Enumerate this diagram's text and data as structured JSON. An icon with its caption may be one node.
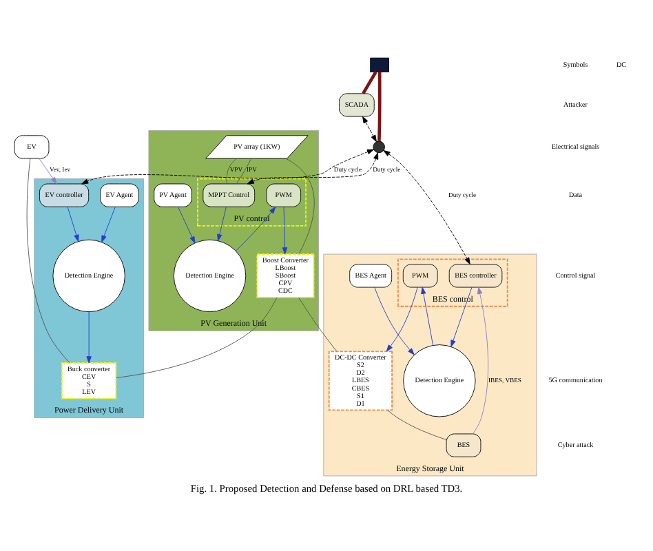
{
  "diagram": {
    "caption": "Fig. 1. Proposed Detection and Defense based on DRL based TD3.",
    "nodes": [
      {
        "text": [
          "SCADA"
        ]
      },
      {
        "text": [],
        "shape": "box"
      },
      {
        "text": [],
        "shape": "circle"
      },
      {
        "text": [
          "Power Delivery Unit"
        ]
      },
      {
        "text": [
          "Detection Engine"
        ],
        "in": 3
      },
      {
        "text": [
          "EV Agent"
        ],
        "in": 3
      },
      {
        "text": [
          "EV controller"
        ],
        "in": 3
      },
      {
        "text": [
          "Buck converter",
          "CEV",
          "S",
          "LEV"
        ],
        "in": 3
      },
      {
        "text": [
          "EV"
        ]
      },
      {
        "text": [
          "PV Generation Unit"
        ]
      },
      {
        "text": [
          "PV array (1KW)"
        ],
        "in": 9
      },
      {
        "text": [
          "Boost Converter",
          "LBoost",
          "SBoost",
          "CPV",
          "CDC"
        ],
        "in": 9
      },
      {
        "text": [
          "PV control"
        ],
        "in": 9
      },
      {
        "text": [
          "MPPT Control"
        ],
        "in": 12
      },
      {
        "text": [
          "PWM"
        ],
        "in": 12
      },
      {
        "text": [
          "PV Agent"
        ],
        "in": 9
      },
      {
        "text": [
          "Detection Engine"
        ],
        "in": 9
      },
      {
        "text": [
          "Energy Storage Unit"
        ]
      },
      {
        "text": [
          "DC-DC Converter",
          "S2",
          "D2",
          "LBES",
          "CBES",
          "S1",
          "D1"
        ],
        "in": 17
      },
      {
        "text": [
          "BES"
        ],
        "in": 17
      },
      {
        "text": [
          "BES control"
        ],
        "in": 17
      },
      {
        "text": [
          "PWM"
        ],
        "in": 20
      },
      {
        "text": [
          "BES controller"
        ],
        "in": 20
      },
      {
        "text": [
          "BES Agent"
        ],
        "in": 17
      },
      {
        "text": [
          "Detection Engine"
        ],
        "in": 17
      }
    ],
    "edges": [
      {
        "from": 1,
        "to": 0,
        "arrow": "none",
        "style": "thick",
        "color": "#7a1515"
      },
      {
        "from": 1,
        "to": 2,
        "arrow": "none",
        "style": "thick",
        "color": "#7a1515"
      },
      {
        "from": 0,
        "to": 2,
        "arrow": "both",
        "style": "dashed",
        "color": "#000000"
      },
      {
        "from": 2,
        "to": 6,
        "arrow": "both",
        "label": "Duty cycle",
        "style": "dashed",
        "color": "#000000"
      },
      {
        "from": 2,
        "to": 13,
        "arrow": "both",
        "label": "Duty cycle",
        "style": "dashed",
        "color": "#000000"
      },
      {
        "from": 2,
        "to": 22,
        "arrow": "both",
        "label": "Duty cycle",
        "style": "dashed",
        "color": "#000000"
      },
      {
        "from": 5,
        "to": 4,
        "arrow": "to"
      },
      {
        "from": 6,
        "to": 4,
        "arrow": "to"
      },
      {
        "from": 4,
        "to": 7,
        "arrow": "to"
      },
      {
        "from": 8,
        "to": 6,
        "arrow": "to",
        "label": "Vev, Iev",
        "color": "#8a80c8"
      },
      {
        "from": 8,
        "to": 7,
        "arrow": "none",
        "color": "#555555"
      },
      {
        "from": 10,
        "to": 11,
        "arrow": "none",
        "color": "#555555"
      },
      {
        "from": 10,
        "to": 13,
        "arrow": "none",
        "label": "VPV",
        "color": "#555555"
      },
      {
        "from": 10,
        "to": 13,
        "arrow": "none",
        "label": "IPV",
        "color": "#555555"
      },
      {
        "from": 13,
        "to": 16,
        "arrow": "to"
      },
      {
        "from": 15,
        "to": 16,
        "arrow": "to"
      },
      {
        "from": 16,
        "to": 14,
        "arrow": "to"
      },
      {
        "from": 14,
        "to": 11,
        "arrow": "to"
      },
      {
        "from": 11,
        "to": 7,
        "arrow": "none",
        "color": "#555555"
      },
      {
        "from": 11,
        "to": 18,
        "arrow": "none",
        "color": "#555555"
      },
      {
        "from": 18,
        "to": 19,
        "arrow": "none",
        "color": "#555555"
      },
      {
        "from": 19,
        "to": 22,
        "arrow": "to",
        "label": "IBES, VBES",
        "color": "#8a80c8"
      },
      {
        "from": 22,
        "to": 24,
        "arrow": "to"
      },
      {
        "from": 23,
        "to": 24,
        "arrow": "to"
      },
      {
        "from": 24,
        "to": 21,
        "arrow": "to"
      },
      {
        "from": 21,
        "to": 18,
        "arrow": "to"
      }
    ],
    "labels": [
      "Symbols",
      "DC"
    ],
    "legend": [
      {
        "text": "Attacker"
      },
      {
        "text": "Electrical signals"
      },
      {
        "text": "Data"
      },
      {
        "text": "Control signal"
      },
      {
        "text": "5G communication"
      },
      {
        "text": "Cyber attack"
      }
    ]
  }
}
